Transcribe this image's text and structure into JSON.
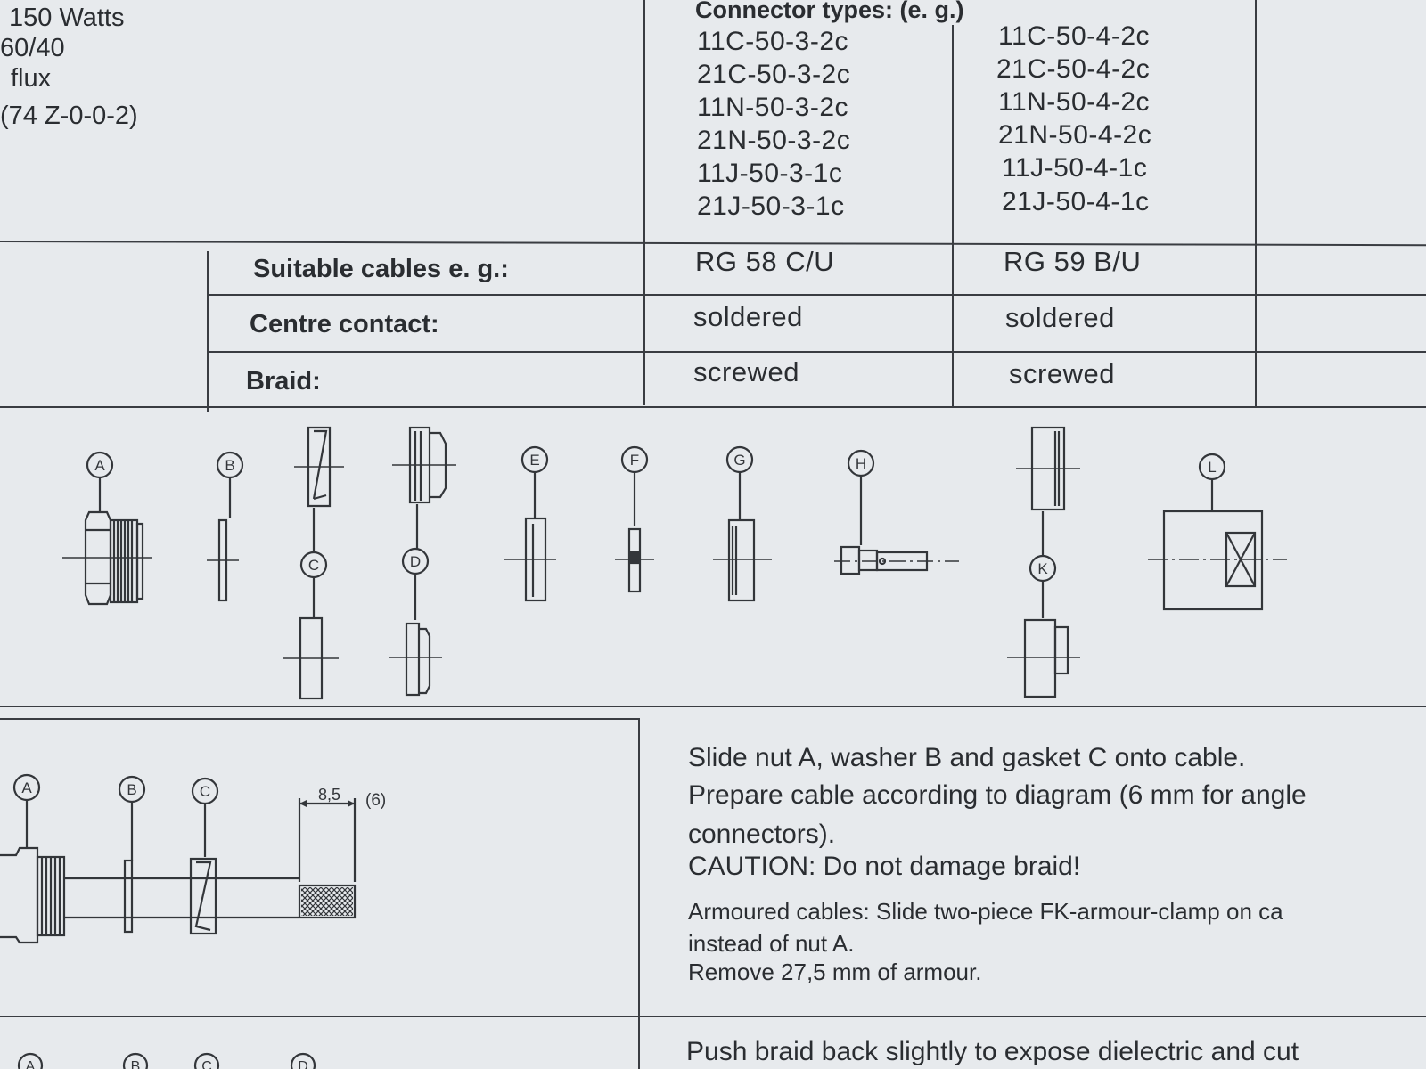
{
  "top_left": {
    "lines": [
      "150 Watts",
      "60/40",
      "flux",
      "(74 Z-0-0-2)"
    ]
  },
  "connector_types": {
    "heading": "Connector types: (e. g.)",
    "col1": [
      "11C-50-3-2c",
      "21C-50-3-2c",
      "11N-50-3-2c",
      "21N-50-3-2c",
      "11J-50-3-1c",
      "21J-50-3-1c"
    ],
    "col2": [
      "11C-50-4-2c",
      "21C-50-4-2c",
      "11N-50-4-2c",
      "21N-50-4-2c",
      "11J-50-4-1c",
      "21J-50-4-1c"
    ]
  },
  "spec_table": {
    "rows": [
      {
        "label": "Suitable cables e. g.:",
        "v1": "RG 58 C/U",
        "v2": "RG 59 B/U"
      },
      {
        "label": "Centre contact:",
        "v1": "soldered",
        "v2": "soldered"
      },
      {
        "label": "Braid:",
        "v1": "screwed",
        "v2": "screwed"
      }
    ]
  },
  "parts": {
    "labels": [
      "A",
      "B",
      "C",
      "D",
      "E",
      "F",
      "G",
      "H",
      "K",
      "L"
    ]
  },
  "step1": {
    "labels": [
      "A",
      "B",
      "C"
    ],
    "dimension": "8,5",
    "dimension_alt": "(6)",
    "lines": [
      "Slide nut A, washer B and gasket C onto cable.",
      "Prepare cable according to diagram (6 mm for angle",
      "connectors).",
      "CAUTION: Do not damage braid!"
    ],
    "note_lines": [
      "Armoured cables: Slide two-piece FK-armour-clamp on ca",
      "instead of nut A.",
      "Remove 27,5 mm of armour."
    ]
  },
  "step2": {
    "labels": [
      "A",
      "B",
      "C",
      "D"
    ],
    "line": "Push braid back slightly to expose dielectric and cut"
  }
}
